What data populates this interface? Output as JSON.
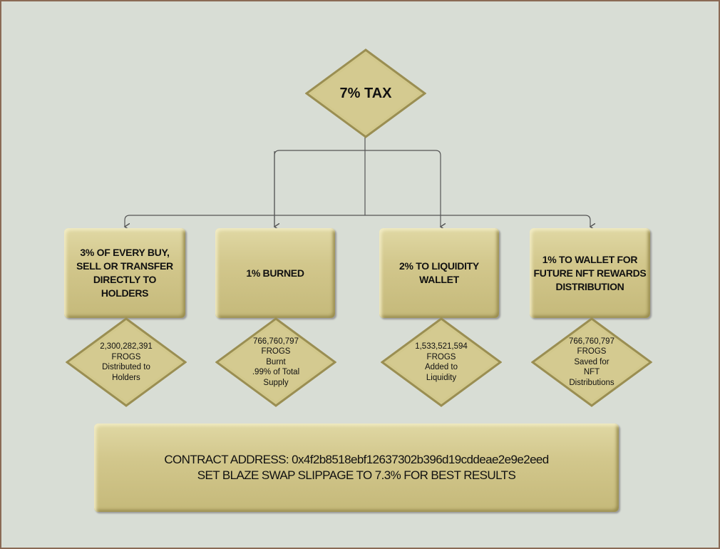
{
  "top": {
    "label": "7% TAX"
  },
  "boxes": [
    {
      "label": "3% OF EVERY BUY, SELL OR TRANSFER DIRECTLY TO HOLDERS"
    },
    {
      "label": "1% BURNED"
    },
    {
      "label": "2% TO LIQUIDITY WALLET"
    },
    {
      "label": "1% TO WALLET FOR FUTURE NFT REWARDS DISTRIBUTION"
    }
  ],
  "diamonds": [
    {
      "lines": [
        "2,300,282,391",
        "FROGS",
        "Distributed to",
        "Holders"
      ]
    },
    {
      "lines": [
        "766,760,797",
        "FROGS",
        "Burnt",
        ".99% of Total",
        "Supply"
      ]
    },
    {
      "lines": [
        "1,533,521,594",
        "FROGS",
        "Added to",
        "Liquidity"
      ]
    },
    {
      "lines": [
        "766,760,797",
        "FROGS",
        "Saved for",
        "NFT",
        "Distributions"
      ]
    }
  ],
  "footer": {
    "line1": "CONTRACT ADDRESS: 0x4f2b8518ebf12637302b396d19cddeae2e9e2eed",
    "line2": "SET BLAZE SWAP SLIPPAGE TO 7.3% FOR BEST RESULTS"
  }
}
